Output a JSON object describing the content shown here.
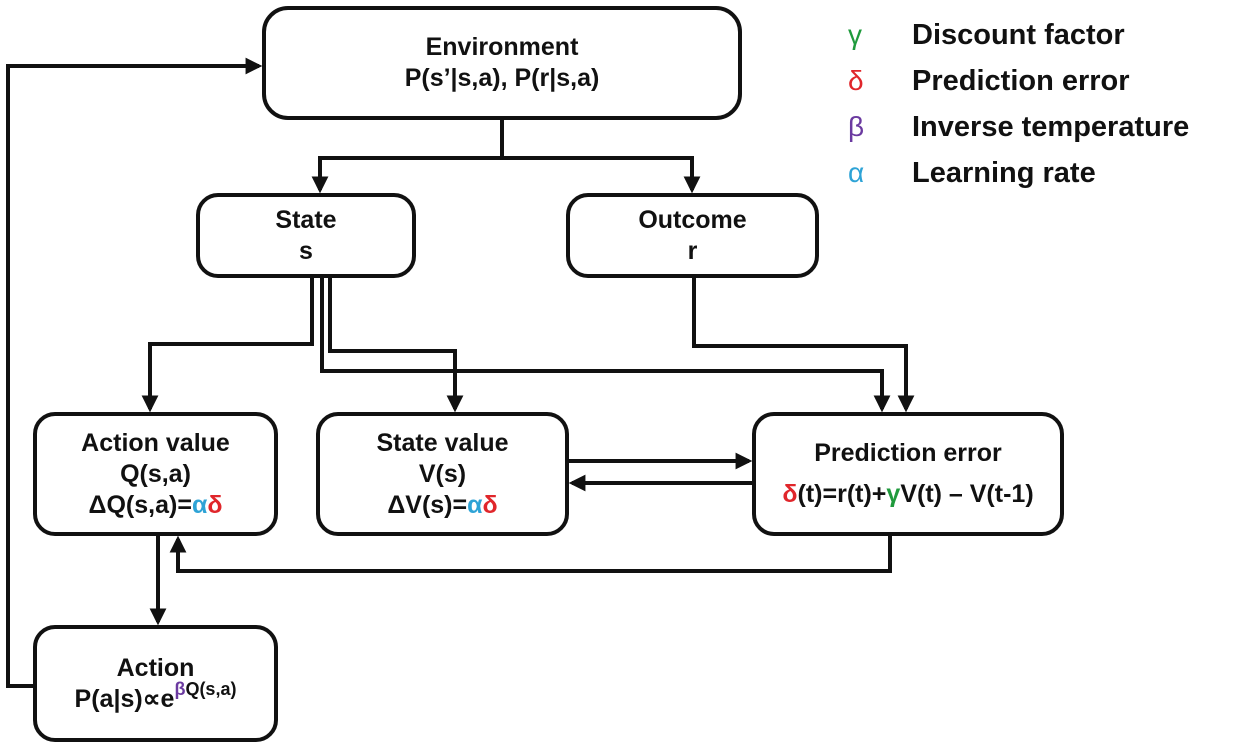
{
  "nodes": {
    "environment": {
      "title": "Environment",
      "line2": "P(s’|s,a), P(r|s,a)"
    },
    "state": {
      "title": "State",
      "line2": "s"
    },
    "outcome": {
      "title": "Outcome",
      "line2": "r"
    },
    "action_value": {
      "title": "Action value",
      "line2": "Q(s,a)",
      "update_lhs": "ΔQ(s,a)=",
      "alpha": "α",
      "delta": "δ"
    },
    "state_value": {
      "title": "State value",
      "line2": "V(s)",
      "update_lhs": "ΔV(s)=",
      "alpha": "α",
      "delta": "δ"
    },
    "prediction_error": {
      "title": "Prediction error",
      "eq_delta": "δ",
      "eq_part1": "(t)=r(t)+",
      "eq_gamma": "γ",
      "eq_part2": "V(t) – V(t-1)"
    },
    "action": {
      "title": "Action",
      "eq_base": "P(a|s)∝e",
      "eq_beta": "β",
      "eq_exp": "Q(s,a)"
    }
  },
  "legend": [
    {
      "symbol": "γ",
      "label": "Discount factor",
      "color": "#1f9a3c"
    },
    {
      "symbol": "δ",
      "label": "Prediction error",
      "color": "#e0262b"
    },
    {
      "symbol": "β",
      "label": "Inverse temperature",
      "color": "#6b3aa0"
    },
    {
      "symbol": "α",
      "label": "Learning rate",
      "color": "#2ea3d6"
    }
  ],
  "colors": {
    "gamma": "#1f9a3c",
    "delta": "#e0262b",
    "beta": "#6b3aa0",
    "alpha": "#2ea3d6",
    "stroke": "#111111"
  }
}
